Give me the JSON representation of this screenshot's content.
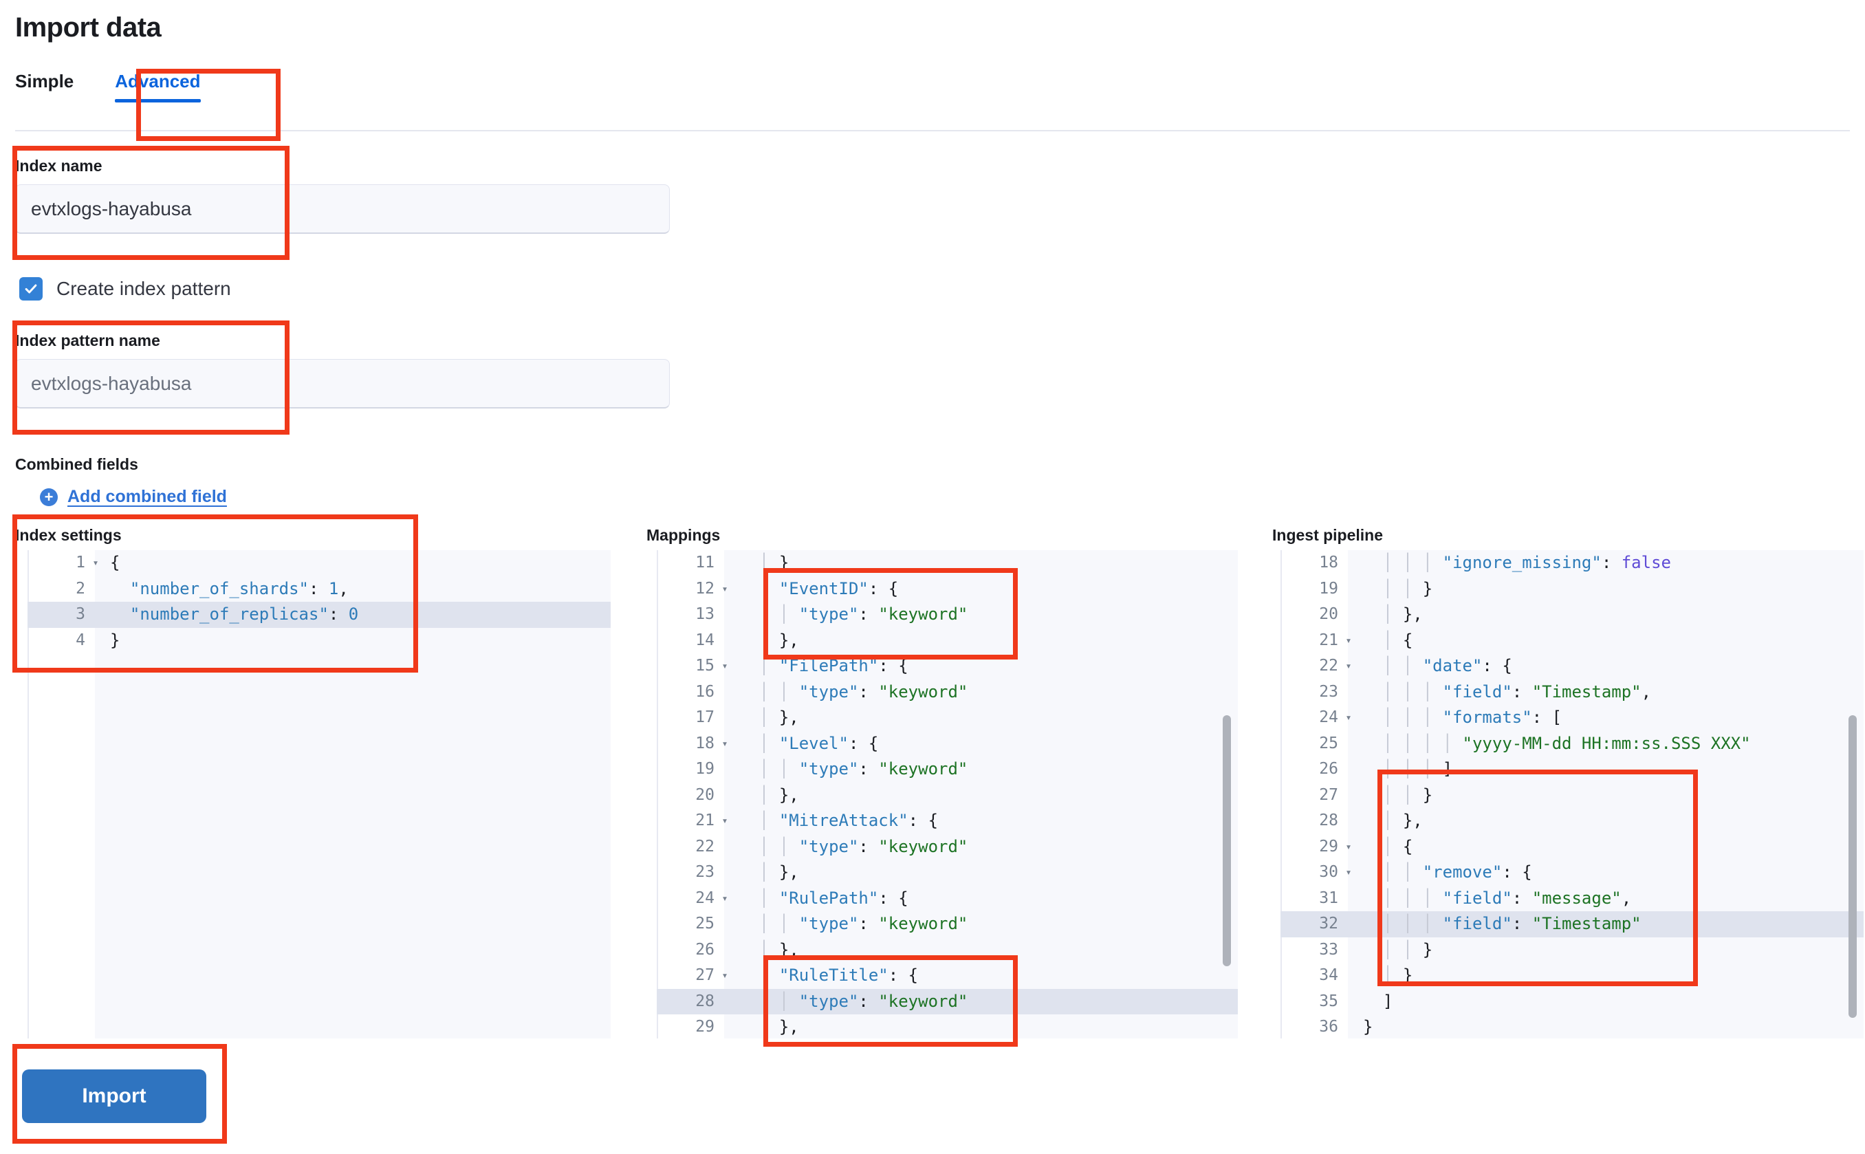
{
  "header": {
    "title": "Import data"
  },
  "tabs": [
    {
      "label": "Simple",
      "active": false
    },
    {
      "label": "Advanced",
      "active": true
    }
  ],
  "form": {
    "index_name_label": "Index name",
    "index_name_value": "evtxlogs-hayabusa",
    "create_index_pattern_label": "Create index pattern",
    "create_index_pattern_checked": true,
    "index_pattern_name_label": "Index pattern name",
    "index_pattern_name_placeholder": "evtxlogs-hayabusa",
    "combined_fields_label": "Combined fields",
    "add_combined_field_label": "Add combined field",
    "plus_icon": "plus-icon",
    "check_icon": "check-icon"
  },
  "editors": {
    "index_settings": {
      "heading": "Index settings",
      "first_line": 1,
      "highlighted_line": 3,
      "fold_lines": [
        1
      ],
      "lines": [
        "{",
        "  \"number_of_shards\": 1,",
        "  \"number_of_replicas\": 0",
        "}"
      ]
    },
    "mappings": {
      "heading": "Mappings",
      "first_line": 11,
      "highlighted_line": 28,
      "fold_lines": [
        12,
        15,
        18,
        21,
        24,
        27
      ],
      "lines": [
        "    }",
        "    \"EventID\": {",
        "      \"type\": \"keyword\"",
        "    },",
        "    \"FilePath\": {",
        "      \"type\": \"keyword\"",
        "    },",
        "    \"Level\": {",
        "      \"type\": \"keyword\"",
        "    },",
        "    \"MitreAttack\": {",
        "      \"type\": \"keyword\"",
        "    },",
        "    \"RulePath\": {",
        "      \"type\": \"keyword\"",
        "    },",
        "    \"RuleTitle\": {",
        "      \"type\": \"keyword\"",
        "    },"
      ]
    },
    "ingest_pipeline": {
      "heading": "Ingest pipeline",
      "first_line": 18,
      "highlighted_line": 32,
      "fold_lines": [
        21,
        22,
        24,
        29,
        30
      ],
      "lines": [
        "        \"ignore_missing\": false",
        "      }",
        "    },",
        "    {",
        "      \"date\": {",
        "        \"field\": \"Timestamp\",",
        "        \"formats\": [",
        "          \"yyyy-MM-dd HH:mm:ss.SSS XXX\"",
        "        ]",
        "      }",
        "    },",
        "    {",
        "      \"remove\": {",
        "        \"field\": \"message\",",
        "        \"field\": \"Timestamp\"",
        "      }",
        "    }",
        "  ]",
        "}"
      ]
    }
  },
  "actions": {
    "import_label": "Import"
  },
  "colors": {
    "accent_blue": "#0b64dd",
    "button_blue": "#2f74c0",
    "annotation_red": "#f0391a",
    "string_green": "#1d7324",
    "key_blue": "#2d7bb8",
    "bool_purple": "#5f4bd6"
  }
}
